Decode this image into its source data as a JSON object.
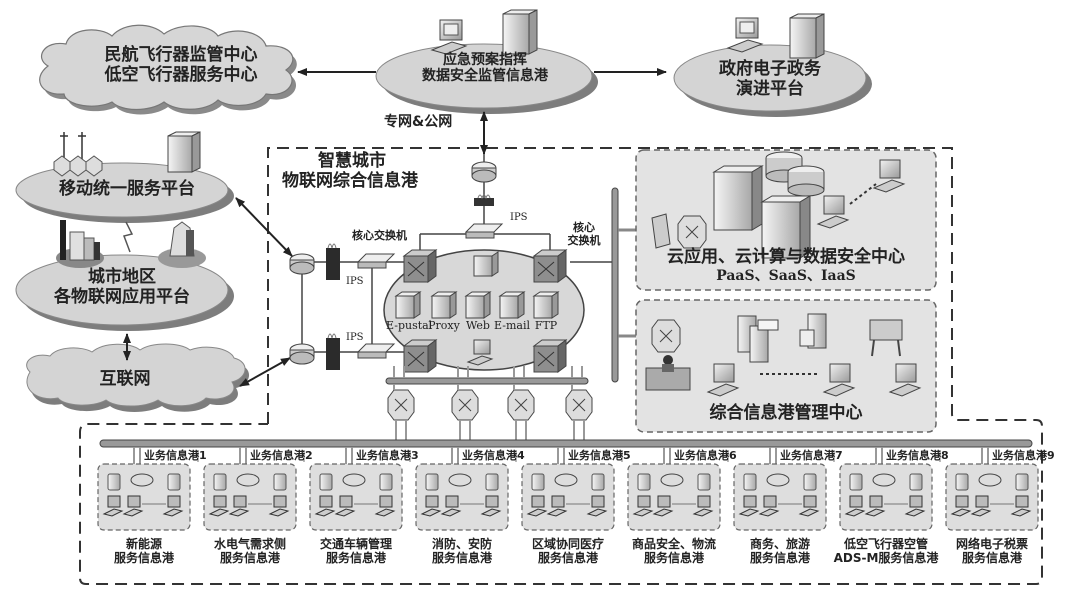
{
  "top": {
    "aviation_center": [
      "民航飞行器监管中心",
      "低空飞行器服务中心"
    ],
    "emergency_hub": [
      "应急预案指挥",
      "数据安全监管信息港"
    ],
    "gov_platform": [
      "政府电子政务",
      "演进平台"
    ],
    "link_label": "专网&公网"
  },
  "left": {
    "mobile_platform": "移动统一服务平台",
    "city_platform": [
      "城市地区",
      "各物联网应用平台"
    ],
    "internet": "互联网"
  },
  "core": {
    "title": [
      "智慧城市",
      "物联网综合信息港"
    ],
    "core_switch_label": "核心交换机",
    "core_switch_label_right": [
      "核心",
      "交换机"
    ],
    "ips_label": "IPS",
    "servers": [
      "E-pustal",
      "Proxy",
      "Web",
      "E-mail",
      "FTP"
    ]
  },
  "right": {
    "cloud_center": [
      "云应用、云计算与数据安全中心",
      "PaaS、SaaS、IaaS"
    ],
    "management_center": "综合信息港管理中心"
  },
  "bottom": {
    "hubs": [
      {
        "tag": "业务信息港1",
        "name": [
          "新能源",
          "服务信息港"
        ]
      },
      {
        "tag": "业务信息港2",
        "name": [
          "水电气需求侧",
          "服务信息港"
        ]
      },
      {
        "tag": "业务信息港3",
        "name": [
          "交通车辆管理",
          "服务信息港"
        ]
      },
      {
        "tag": "业务信息港4",
        "name": [
          "消防、安防",
          "服务信息港"
        ]
      },
      {
        "tag": "业务信息港5",
        "name": [
          "区域协同医疗",
          "服务信息港"
        ]
      },
      {
        "tag": "业务信息港6",
        "name": [
          "商品安全、物流",
          "服务信息港"
        ]
      },
      {
        "tag": "业务信息港7",
        "name": [
          "商务、旅游",
          "服务信息港"
        ]
      },
      {
        "tag": "业务信息港8",
        "name": [
          "低空飞行器空管",
          "ADS-M服务信息港"
        ]
      },
      {
        "tag": "业务信息港9",
        "name": [
          "网络电子税票",
          "服务信息港"
        ]
      }
    ]
  },
  "colors": {
    "fill": "#d9d9d9",
    "shadow": "#8a8a8a",
    "line": "#333333",
    "dark": "#2b2b2b"
  }
}
